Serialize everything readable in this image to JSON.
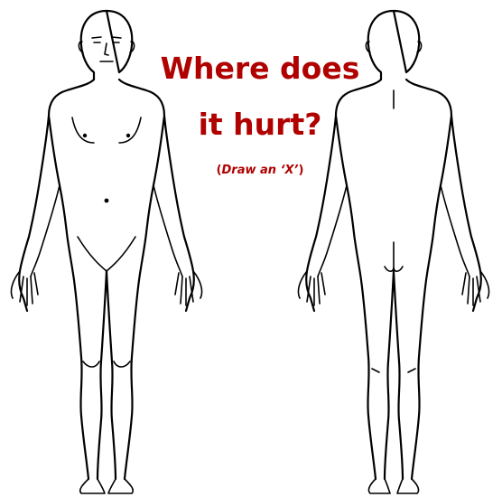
{
  "title": {
    "line1": "Where does",
    "line2": "it hurt?"
  },
  "instruction": {
    "open_paren": "(",
    "text": "Draw an ‘X’",
    "close_paren": ")"
  },
  "colors": {
    "title_text": "#B00000",
    "instruction_paren": "#B00000",
    "instruction_text": "#B00000",
    "outline": "#000000",
    "background": "#FFFFFF"
  },
  "figures": [
    {
      "view": "front-body"
    },
    {
      "view": "back-body"
    }
  ]
}
